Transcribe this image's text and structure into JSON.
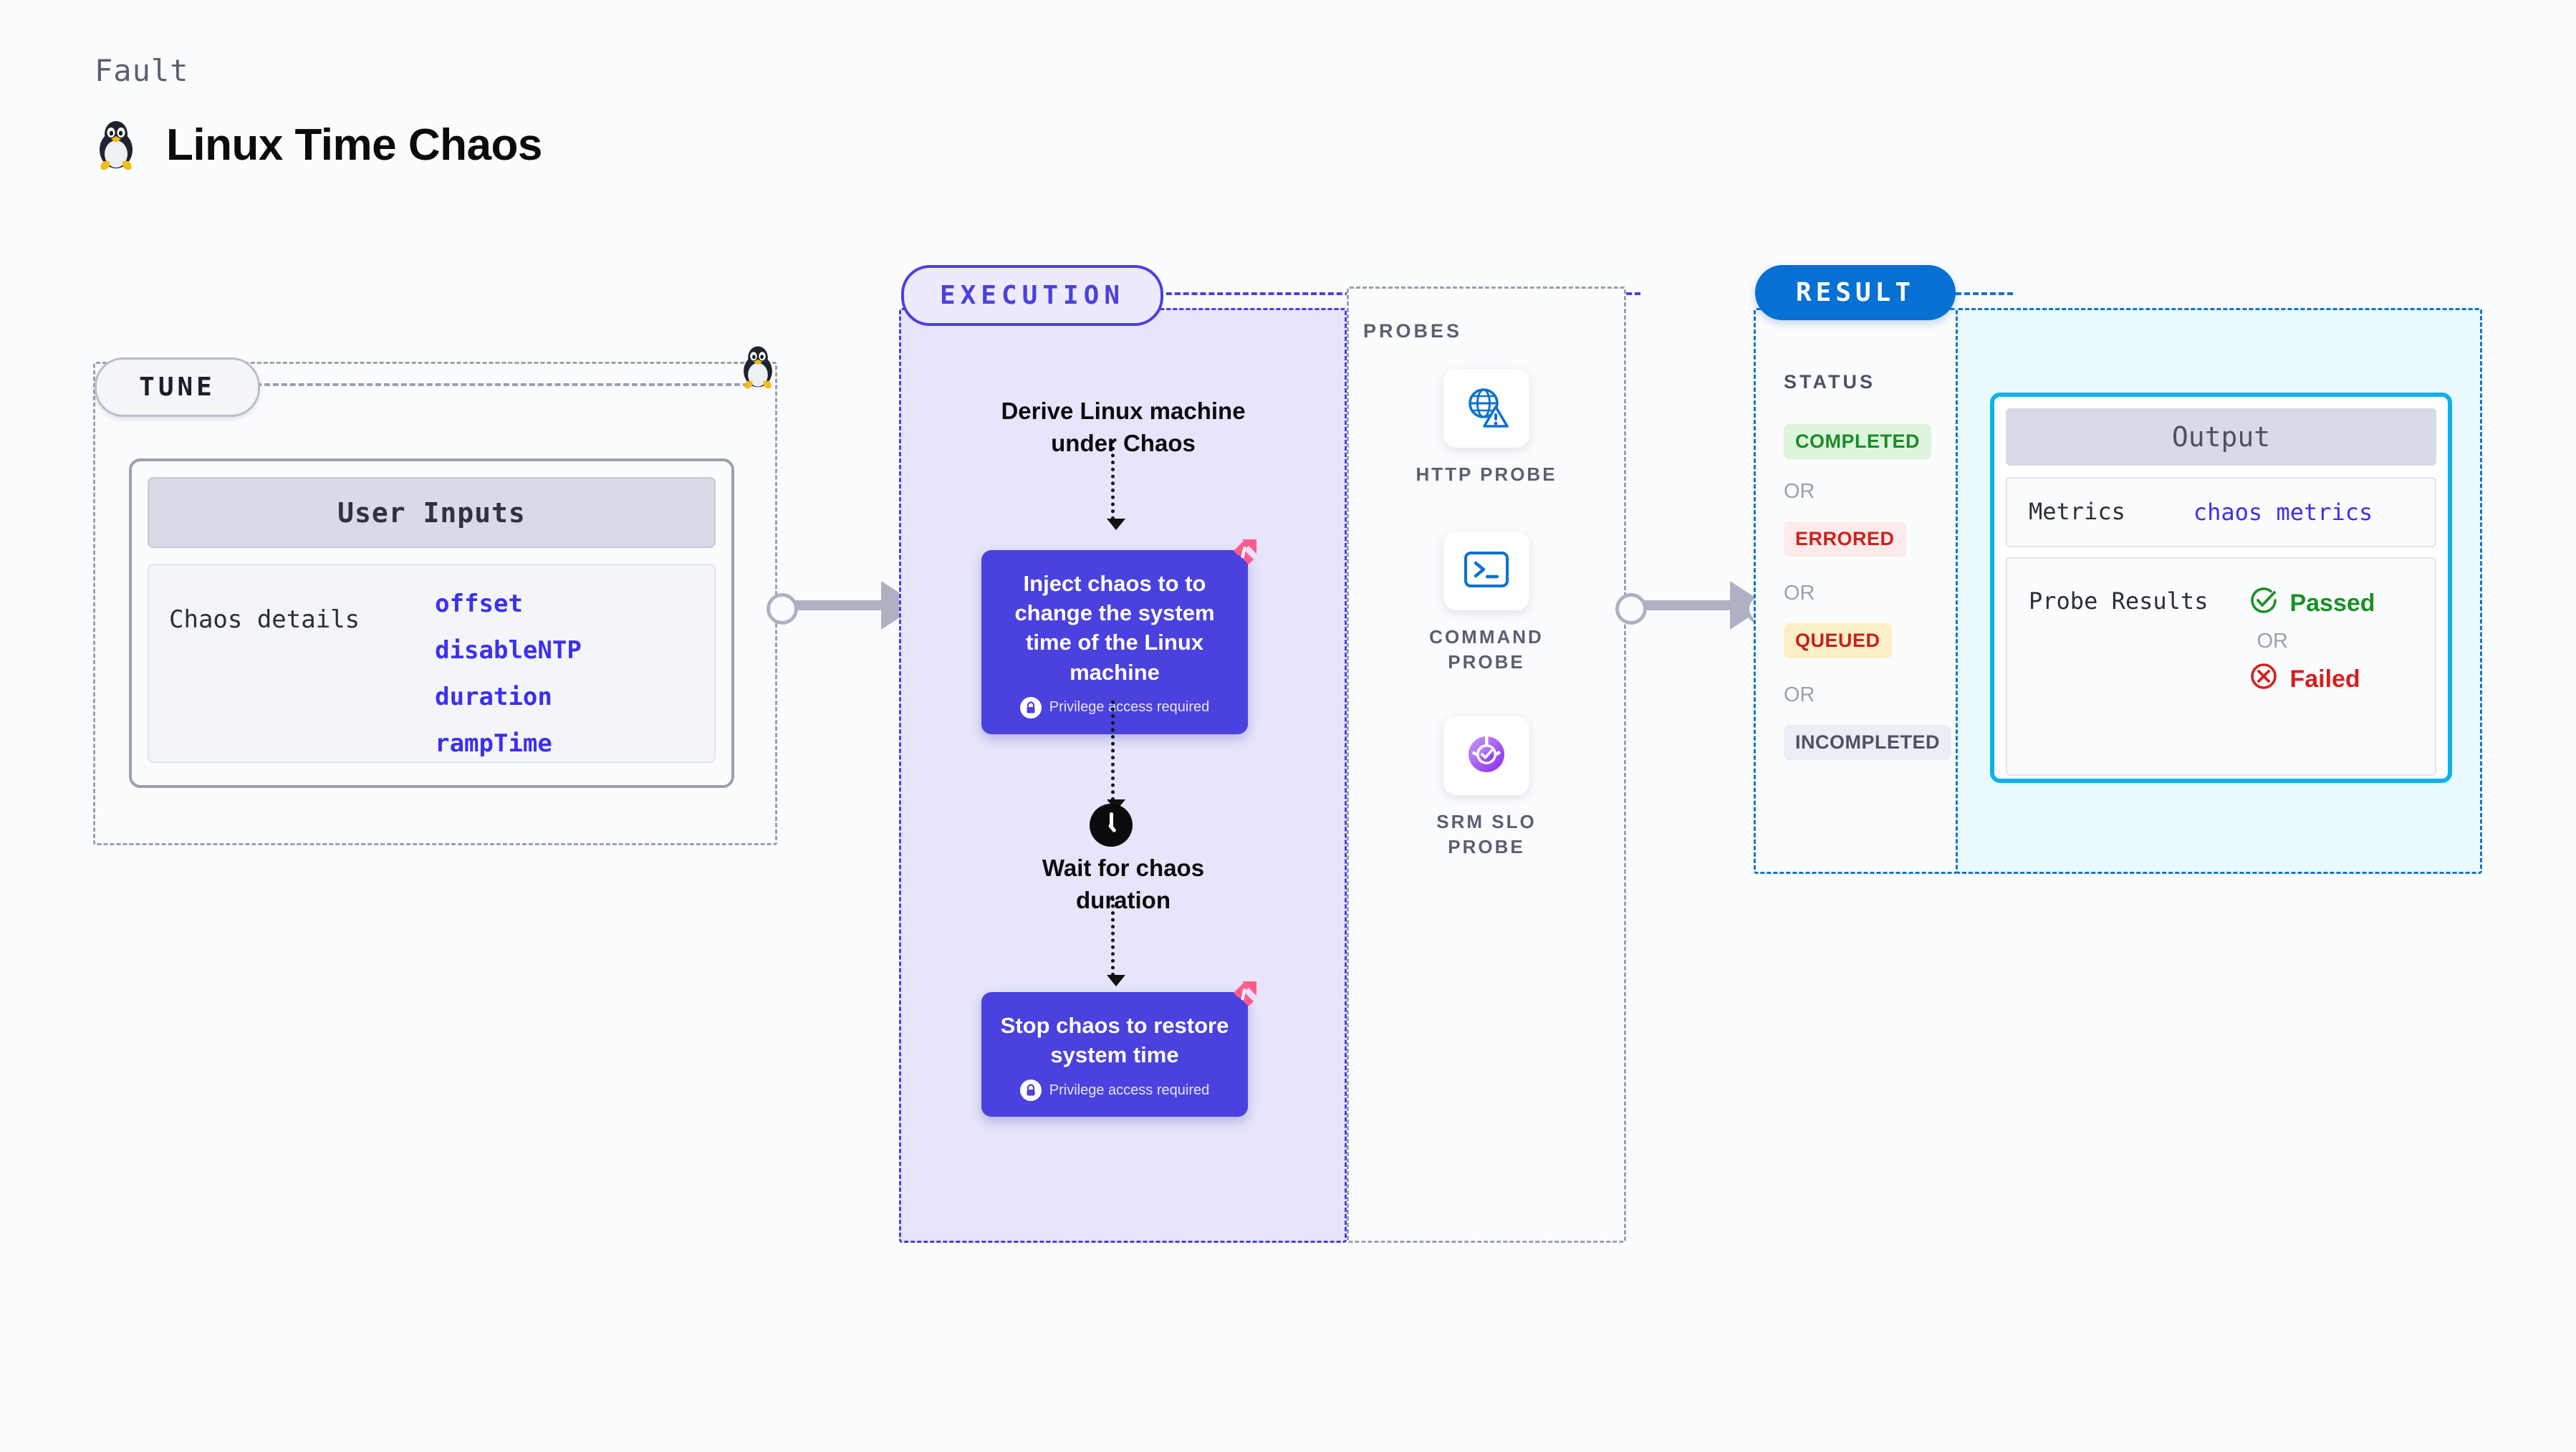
{
  "header": {
    "eyebrow": "Fault",
    "title": "Linux Time Chaos",
    "icon": "linux-tux-icon"
  },
  "tune": {
    "badge": "TUNE",
    "card": {
      "header": "User Inputs",
      "row_label": "Chaos details",
      "values": [
        "offset",
        "disableNTP",
        "duration",
        "rampTime"
      ]
    }
  },
  "execution": {
    "badge": "EXECUTION",
    "steps": [
      {
        "type": "title",
        "text": "Derive Linux machine under Chaos"
      },
      {
        "type": "node",
        "text": "Inject chaos to to change the system time of the Linux machine",
        "note": "Privilege access required",
        "badge": "harness-logo"
      },
      {
        "type": "title",
        "text": "Wait for chaos duration",
        "icon": "clock-icon"
      },
      {
        "type": "node",
        "text": "Stop chaos to restore system time",
        "note": "Privilege access required",
        "badge": "harness-logo"
      }
    ]
  },
  "probes": {
    "label": "PROBES",
    "items": [
      {
        "name": "HTTP PROBE",
        "icon": "globe-warning-icon"
      },
      {
        "name": "COMMAND PROBE",
        "icon": "terminal-icon"
      },
      {
        "name": "SRM SLO PROBE",
        "icon": "slo-donut-check-icon"
      }
    ]
  },
  "result": {
    "badge": "RESULT",
    "status_label": "STATUS",
    "or_text": "OR",
    "statuses": [
      {
        "label": "COMPLETED",
        "bg": "#ddf5dd",
        "fg": "#1b8a28"
      },
      {
        "label": "ERRORED",
        "bg": "#fdeaea",
        "fg": "#cf2020"
      },
      {
        "label": "QUEUED",
        "bg": "#fcefc7",
        "fg": "#c42020"
      },
      {
        "label": "INCOMPLETED",
        "bg": "#eceef5",
        "fg": "#4d5263"
      }
    ],
    "output": {
      "header": "Output",
      "metrics_key": "Metrics",
      "metrics_value": "chaos metrics",
      "probe_results_key": "Probe Results",
      "passed": "Passed",
      "failed": "Failed",
      "or_text": "OR"
    }
  },
  "colors": {
    "execution_purple": "#4a41de",
    "result_blue": "#0670d3",
    "output_cyan": "#0fb2e8",
    "mono_blue": "#3b30ef",
    "grey_dash": "#9aa0b0",
    "harness_pink": "#ff5c8d"
  }
}
